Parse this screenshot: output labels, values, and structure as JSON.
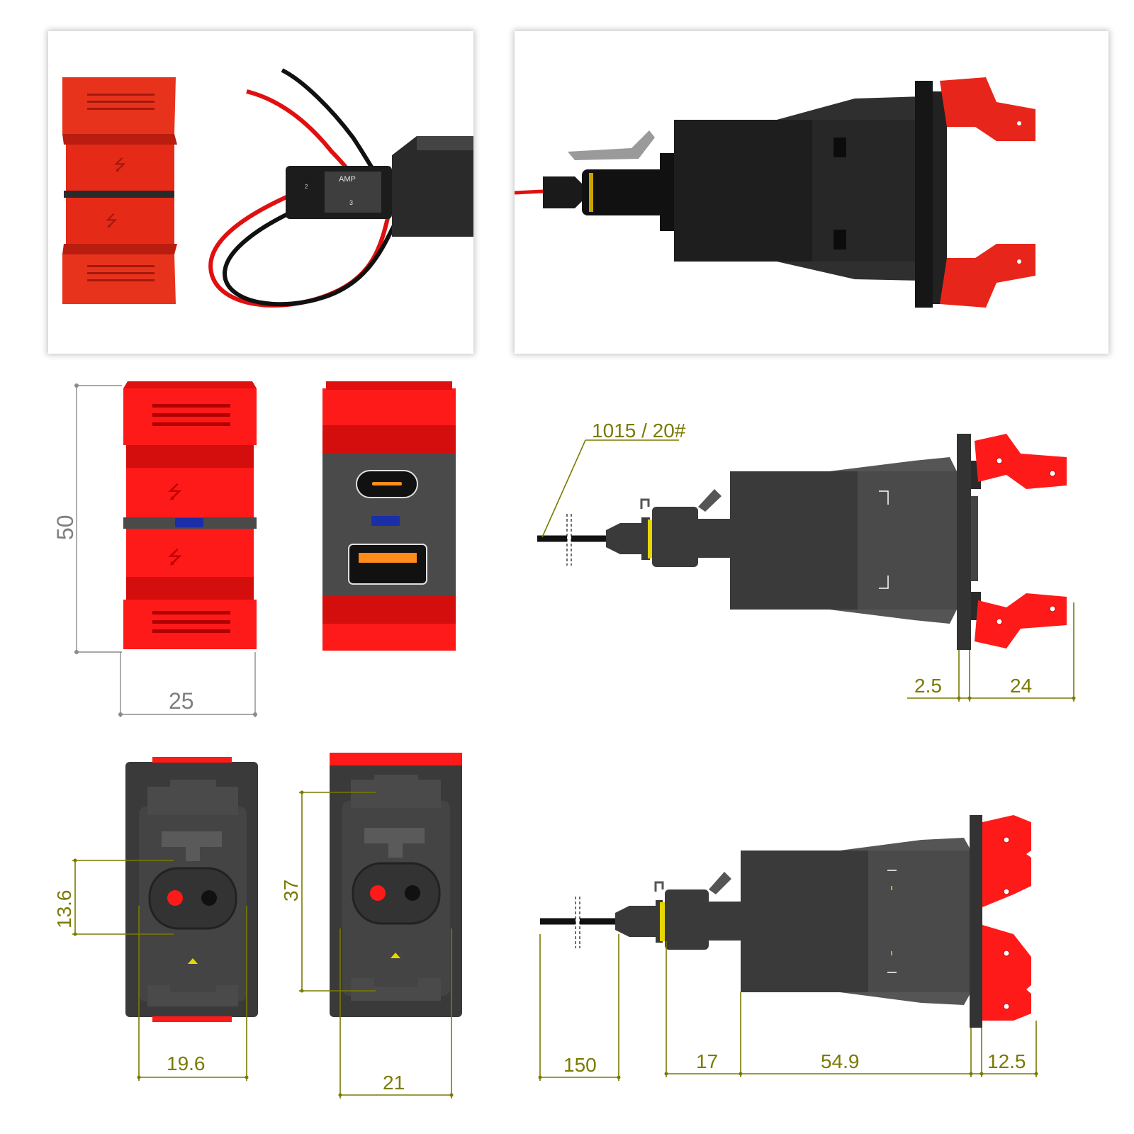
{
  "photo_labels": {
    "connector_brand": "AMP",
    "pin_2": "2",
    "pin_3": "3"
  },
  "dimensions": {
    "height": "50",
    "width": "25",
    "wire_spec": "1015 / 20#",
    "panel_thickness": "2.5",
    "rocker_depth": "24",
    "pin_spacing": "13.6",
    "plug_width": "19.6",
    "body_height": "37",
    "body_width": "21",
    "wire_length": "150",
    "plug_length": "17",
    "body_length": "54.9",
    "front_depth": "12.5"
  },
  "colors": {
    "red": "#ff1a1a",
    "dark_red": "#c40000",
    "body": "#3a3a3a",
    "olive": "#7a7a00",
    "usb_orange": "#ff8c1a",
    "led_blue": "#1a2ea8"
  }
}
